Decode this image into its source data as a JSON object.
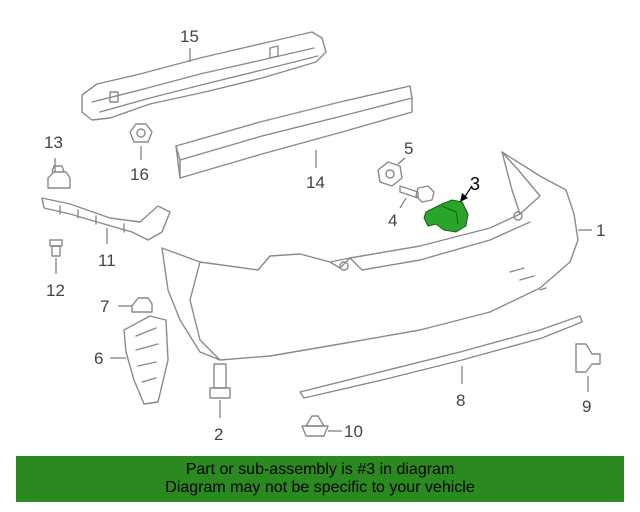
{
  "callouts": [
    "1",
    "2",
    "3",
    "4",
    "5",
    "6",
    "7",
    "8",
    "9",
    "10",
    "11",
    "12",
    "13",
    "14",
    "15",
    "16"
  ],
  "banner": {
    "line1": "Part or sub-assembly is #3 in diagram",
    "line2": "Diagram may not be specific to your vehicle"
  },
  "colors": {
    "highlight": "#2aa52a",
    "banner_bg": "#2b8a1f",
    "line_art": "#8a8a8a"
  }
}
